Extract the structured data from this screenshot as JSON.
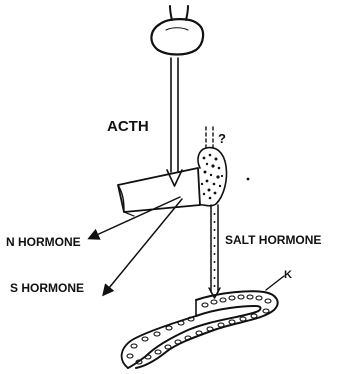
{
  "labels": {
    "acth": "ACTH",
    "question": "?",
    "n_hormone": "N HORMONE",
    "s_hormone": "S HORMONE",
    "salt_hormone": "SALT HORMONE",
    "kidney_mark": "K"
  },
  "colors": {
    "ink": "#111111",
    "paper": "#ffffff"
  }
}
